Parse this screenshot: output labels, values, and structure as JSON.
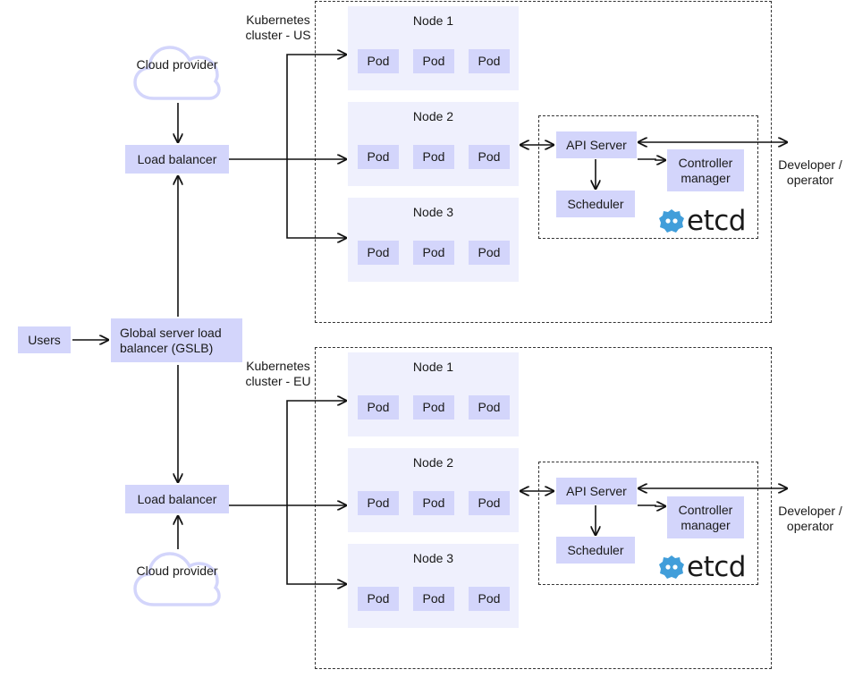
{
  "users": "Users",
  "gslb": "Global server load balancer (GSLB)",
  "clusters": [
    {
      "id": "us",
      "label": "Kubernetes cluster - US",
      "cloud": "Cloud provider",
      "load_balancer": "Load balancer",
      "nodes": [
        {
          "title": "Node 1",
          "pods": [
            "Pod",
            "Pod",
            "Pod"
          ]
        },
        {
          "title": "Node 2",
          "pods": [
            "Pod",
            "Pod",
            "Pod"
          ]
        },
        {
          "title": "Node 3",
          "pods": [
            "Pod",
            "Pod",
            "Pod"
          ]
        }
      ],
      "control_plane": {
        "api_server": "API Server",
        "controller_manager": "Controller manager",
        "scheduler": "Scheduler",
        "etcd": "etcd"
      },
      "developer": "Developer / operator"
    },
    {
      "id": "eu",
      "label": "Kubernetes cluster - EU",
      "cloud": "Cloud provider",
      "load_balancer": "Load balancer",
      "nodes": [
        {
          "title": "Node 1",
          "pods": [
            "Pod",
            "Pod",
            "Pod"
          ]
        },
        {
          "title": "Node 2",
          "pods": [
            "Pod",
            "Pod",
            "Pod"
          ]
        },
        {
          "title": "Node 3",
          "pods": [
            "Pod",
            "Pod",
            "Pod"
          ]
        }
      ],
      "control_plane": {
        "api_server": "API Server",
        "controller_manager": "Controller manager",
        "scheduler": "Scheduler",
        "etcd": "etcd"
      },
      "developer": "Developer / operator"
    }
  ],
  "colors": {
    "box_fill": "#d3d5fb",
    "node_fill": "#eff0fd",
    "etcd_logo": "#419eda",
    "line": "#111111"
  },
  "icons": {
    "cloud": "cloud-icon",
    "etcd": "etcd-logo-icon"
  }
}
